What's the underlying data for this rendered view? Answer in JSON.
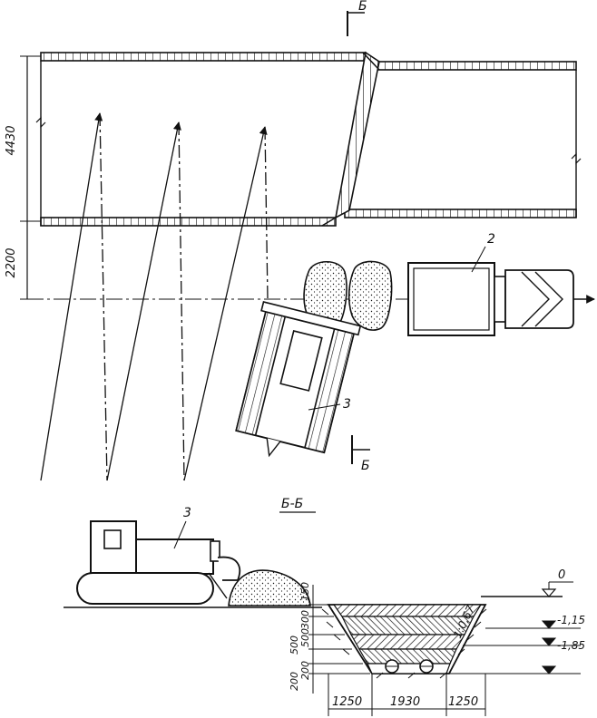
{
  "section_marks": {
    "top": "Б",
    "bottom": "Б",
    "section_title": "Б-Б"
  },
  "plan": {
    "dim_trench_width": "4430",
    "dim_offset": "2200",
    "label_truck": "2",
    "label_bulldozer": "3"
  },
  "section": {
    "label_bulldozer": "3",
    "slope": "1:0,67",
    "level_0": "0",
    "level_1": "-1,15",
    "level_2": "-1,85",
    "layer_dims": [
      "150",
      "300",
      "500",
      "500",
      "200",
      "200"
    ],
    "bottom_dims": [
      "1250",
      "1930",
      "1250"
    ]
  }
}
